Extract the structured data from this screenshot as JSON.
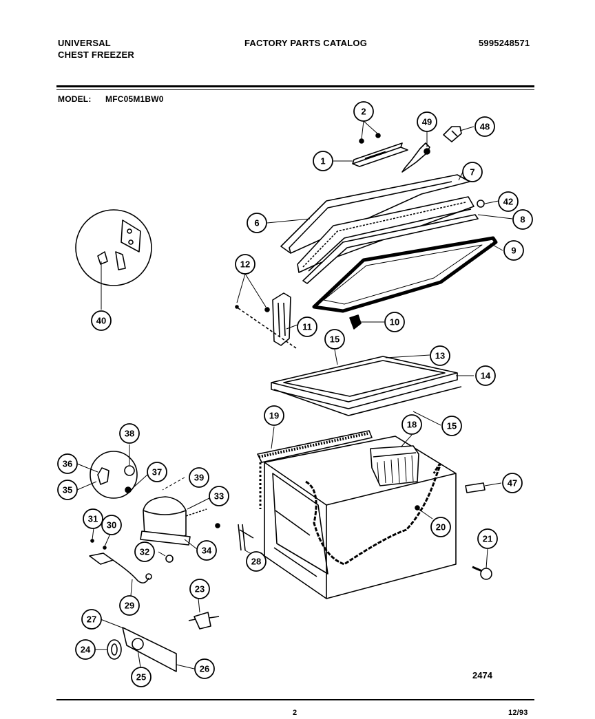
{
  "header": {
    "brand": "UNIVERSAL",
    "product": "CHEST FREEZER",
    "catalog_title": "FACTORY PARTS CATALOG",
    "part_number": "5995248571",
    "model_label": "MODEL:",
    "model_value": "MFC05M1BW0"
  },
  "diagram": {
    "drawing_number": "2474",
    "callouts": [
      "1",
      "2",
      "6",
      "7",
      "8",
      "9",
      "10",
      "11",
      "12",
      "13",
      "14",
      "15",
      "15",
      "18",
      "19",
      "20",
      "21",
      "23",
      "24",
      "25",
      "26",
      "27",
      "28",
      "29",
      "30",
      "31",
      "32",
      "33",
      "34",
      "35",
      "36",
      "37",
      "38",
      "39",
      "40",
      "42",
      "47",
      "48",
      "49"
    ]
  },
  "footer": {
    "page": "2",
    "date": "12/93"
  }
}
